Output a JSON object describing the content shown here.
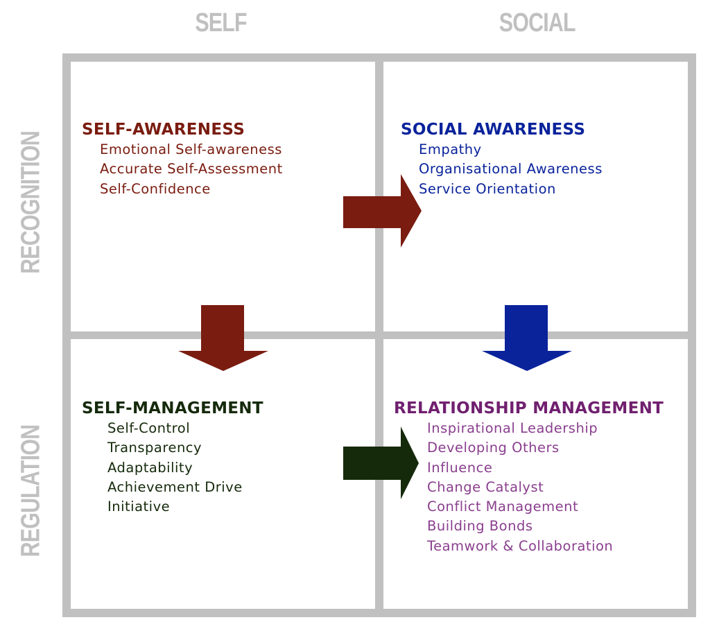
{
  "axes": {
    "columns": [
      "SELF",
      "SOCIAL"
    ],
    "rows": [
      "RECOGNITION",
      "REGULATION"
    ]
  },
  "colors": {
    "self_awareness": "#7a1c10",
    "social_awareness": "#0a239b",
    "self_management": "#152a0b",
    "relationship_management": "#70206f",
    "grid": "#c0c0c0"
  },
  "quadrants": {
    "self_awareness": {
      "title": "SELF-AWARENESS",
      "items": [
        "Emotional Self-awareness",
        "Accurate Self-Assessment",
        "Self-Confidence"
      ]
    },
    "social_awareness": {
      "title": "SOCIAL AWARENESS",
      "items": [
        "Empathy",
        "Organisational Awareness",
        "Service Orientation"
      ]
    },
    "self_management": {
      "title": "SELF-MANAGEMENT",
      "items": [
        "Self-Control",
        "Transparency",
        "Adaptability",
        "Achievement Drive",
        "Initiative"
      ]
    },
    "relationship_management": {
      "title": "RELATIONSHIP MANAGEMENT",
      "items": [
        "Inspirational Leadership",
        "Developing Others",
        "Influence",
        "Change Catalyst",
        "Conflict Management",
        "Building Bonds",
        "Teamwork & Collaboration"
      ]
    }
  }
}
